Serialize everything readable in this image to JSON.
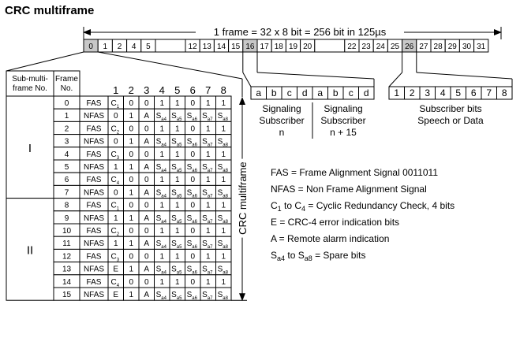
{
  "title": "CRC multiframe",
  "frame_label": "1 frame = 32 x 8 bit = 256 bit in 125µs",
  "timeslots_shown": [
    "0",
    "1",
    "2",
    "4",
    "5",
    "12",
    "13",
    "14",
    "15",
    "16",
    "17",
    "18",
    "19",
    "20",
    "22",
    "23",
    "24",
    "25",
    "26",
    "27",
    "28",
    "29",
    "30",
    "31"
  ],
  "timeslot_highlight": [
    "0",
    "16",
    "26"
  ],
  "table": {
    "header_submultiframe": "Sub-multi-frame No.",
    "header_submultiframe_lines": [
      "Sub-multi-",
      "frame No."
    ],
    "header_frame": "Frame No.",
    "header_frame_lines": [
      "Frame",
      "No."
    ],
    "bit_numbers": [
      "1",
      "2",
      "3",
      "4",
      "5",
      "6",
      "7",
      "8"
    ],
    "submultiframes": [
      "I",
      "II"
    ],
    "rows": [
      {
        "frame": "0",
        "type": "FAS",
        "bits": [
          "C1",
          "0",
          "0",
          "1",
          "1",
          "0",
          "1",
          "1"
        ]
      },
      {
        "frame": "1",
        "type": "NFAS",
        "bits": [
          "0",
          "1",
          "A",
          "Sa4",
          "Sa5",
          "Sa6",
          "Sa7",
          "Sa8"
        ]
      },
      {
        "frame": "2",
        "type": "FAS",
        "bits": [
          "C2",
          "0",
          "0",
          "1",
          "1",
          "0",
          "1",
          "1"
        ]
      },
      {
        "frame": "3",
        "type": "NFAS",
        "bits": [
          "0",
          "1",
          "A",
          "Sa4",
          "Sa5",
          "Sa6",
          "Sa7",
          "Sa8"
        ]
      },
      {
        "frame": "4",
        "type": "FAS",
        "bits": [
          "C3",
          "0",
          "0",
          "1",
          "1",
          "0",
          "1",
          "1"
        ]
      },
      {
        "frame": "5",
        "type": "NFAS",
        "bits": [
          "1",
          "1",
          "A",
          "Sa4",
          "Sa5",
          "Sa6",
          "Sa7",
          "Sa8"
        ]
      },
      {
        "frame": "6",
        "type": "FAS",
        "bits": [
          "C4",
          "0",
          "0",
          "1",
          "1",
          "0",
          "1",
          "1"
        ]
      },
      {
        "frame": "7",
        "type": "NFAS",
        "bits": [
          "0",
          "1",
          "A",
          "Sa4",
          "Sa5",
          "Sa6",
          "Sa7",
          "Sa8"
        ]
      },
      {
        "frame": "8",
        "type": "FAS",
        "bits": [
          "C1",
          "0",
          "0",
          "1",
          "1",
          "0",
          "1",
          "1"
        ]
      },
      {
        "frame": "9",
        "type": "NFAS",
        "bits": [
          "1",
          "1",
          "A",
          "Sa4",
          "Sa5",
          "Sa6",
          "Sa7",
          "Sa8"
        ]
      },
      {
        "frame": "10",
        "type": "FAS",
        "bits": [
          "C2",
          "0",
          "0",
          "1",
          "1",
          "0",
          "1",
          "1"
        ]
      },
      {
        "frame": "11",
        "type": "NFAS",
        "bits": [
          "1",
          "1",
          "A",
          "Sa4",
          "Sa5",
          "Sa6",
          "Sa7",
          "Sa8"
        ]
      },
      {
        "frame": "12",
        "type": "FAS",
        "bits": [
          "C3",
          "0",
          "0",
          "1",
          "1",
          "0",
          "1",
          "1"
        ]
      },
      {
        "frame": "13",
        "type": "NFAS",
        "bits": [
          "E",
          "1",
          "A",
          "Sa4",
          "Sa5",
          "Sa6",
          "Sa7",
          "Sa8"
        ]
      },
      {
        "frame": "14",
        "type": "FAS",
        "bits": [
          "C4",
          "0",
          "0",
          "1",
          "1",
          "0",
          "1",
          "1"
        ]
      },
      {
        "frame": "15",
        "type": "NFAS",
        "bits": [
          "E",
          "1",
          "A",
          "Sa4",
          "Sa5",
          "Sa6",
          "Sa7",
          "Sa8"
        ]
      }
    ]
  },
  "crc_multiframe_label": "CRC multiframe",
  "signaling_bits": [
    "a",
    "b",
    "c",
    "d",
    "a",
    "b",
    "c",
    "d"
  ],
  "signaling_left": {
    "line1": "Signaling",
    "line2": "Subscriber",
    "line3": "n"
  },
  "signaling_right": {
    "line1": "Signaling",
    "line2": "Subscriber",
    "line3": "n + 15"
  },
  "subscriber_bits": [
    "1",
    "2",
    "3",
    "4",
    "5",
    "6",
    "7",
    "8"
  ],
  "subscriber_label": {
    "line1": "Subscriber bits",
    "line2": "Speech or Data"
  },
  "legend": [
    {
      "text": "FAS = Frame Alignment Signal 0011011"
    },
    {
      "text": "NFAS = Non Frame Alignment Signal"
    },
    {
      "text": "C1 to C4 = Cyclic Redundancy Check, 4 bits"
    },
    {
      "text": "E = CRC-4 error indication bits"
    },
    {
      "text": "A = Remote alarm indication"
    },
    {
      "text": "Sa4 to Sa8 = Spare bits"
    }
  ]
}
